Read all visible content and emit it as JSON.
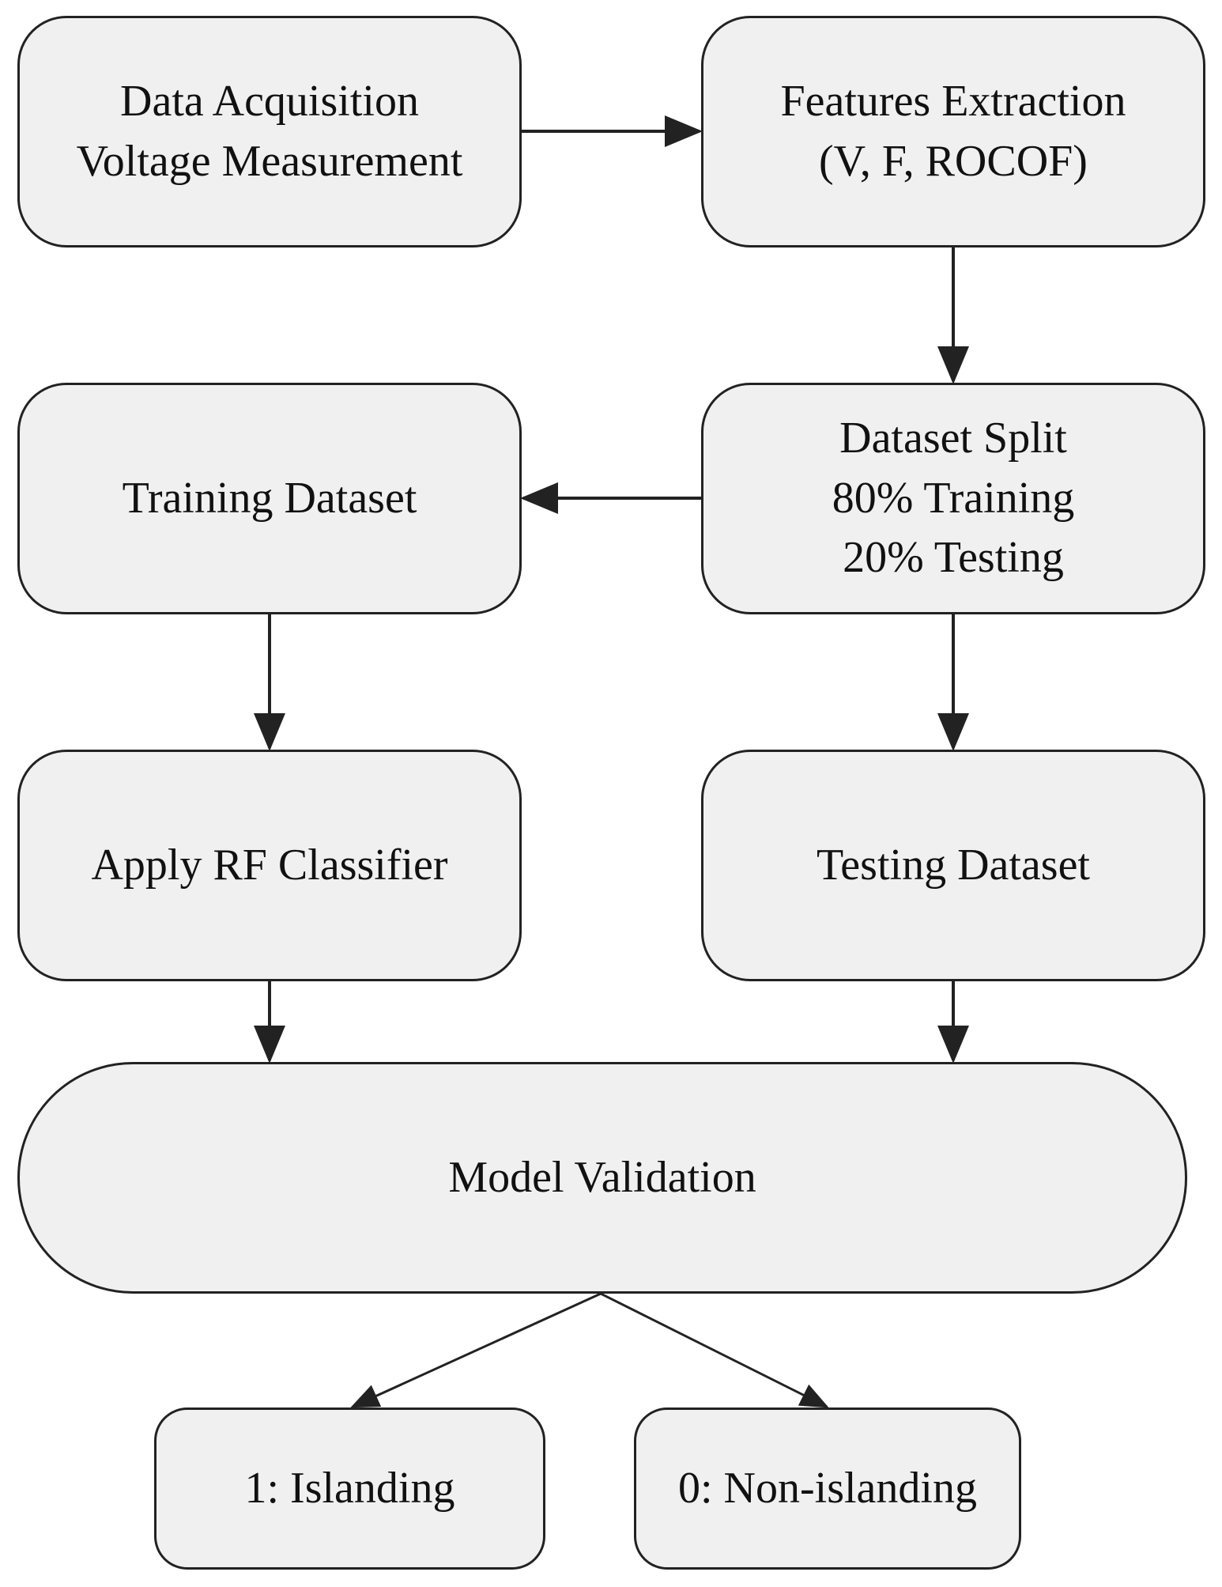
{
  "nodes": {
    "data_acquisition": {
      "lines": [
        "Data Acquisition",
        "Voltage Measurement"
      ]
    },
    "features_extraction": {
      "lines": [
        "Features Extraction",
        "(V, F, ROCOF)"
      ]
    },
    "dataset_split": {
      "lines": [
        "Dataset Split",
        "80% Training",
        "20% Testing"
      ]
    },
    "training_dataset": {
      "lines": [
        "Training Dataset"
      ]
    },
    "apply_rf": {
      "lines": [
        "Apply RF Classifier"
      ]
    },
    "testing_dataset": {
      "lines": [
        "Testing Dataset"
      ]
    },
    "model_validation": {
      "lines": [
        "Model Validation"
      ]
    },
    "islanding": {
      "lines": [
        "1: Islanding"
      ]
    },
    "non_islanding": {
      "lines": [
        "0: Non-islanding"
      ]
    }
  },
  "edges": [
    {
      "from": "data_acquisition",
      "to": "features_extraction"
    },
    {
      "from": "features_extraction",
      "to": "dataset_split"
    },
    {
      "from": "dataset_split",
      "to": "training_dataset"
    },
    {
      "from": "training_dataset",
      "to": "apply_rf"
    },
    {
      "from": "dataset_split",
      "to": "testing_dataset"
    },
    {
      "from": "apply_rf",
      "to": "model_validation"
    },
    {
      "from": "testing_dataset",
      "to": "model_validation"
    },
    {
      "from": "model_validation",
      "to": "islanding"
    },
    {
      "from": "model_validation",
      "to": "non_islanding"
    }
  ],
  "colors": {
    "node_fill": "#f0f0f0",
    "node_border": "#222222",
    "edge": "#222222",
    "background": "#ffffff"
  }
}
